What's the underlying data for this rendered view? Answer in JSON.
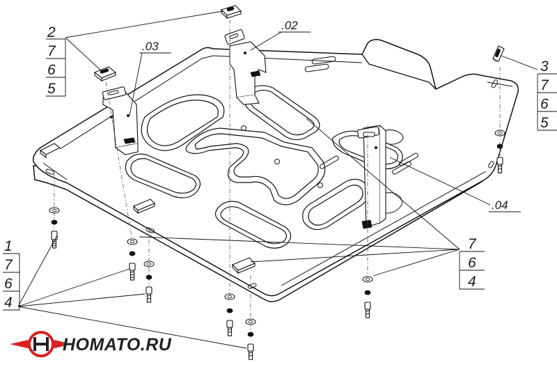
{
  "callouts": {
    "group_top_left": [
      "2",
      "7",
      "6",
      "5"
    ],
    "group_top_right": [
      "3",
      "7",
      "6",
      "5"
    ],
    "group_bottom_left": [
      "1",
      "7",
      "6",
      "4"
    ],
    "group_bottom_right": [
      "7",
      "6",
      "4"
    ],
    "bracket_02": ".02",
    "bracket_03": ".03",
    "bracket_04": ".04"
  },
  "logo": {
    "text": "HOMATO.RU",
    "colors": {
      "wing": "#d62222",
      "text": "#222222"
    }
  },
  "colors": {
    "line": "#111111",
    "background": "#ffffff"
  }
}
